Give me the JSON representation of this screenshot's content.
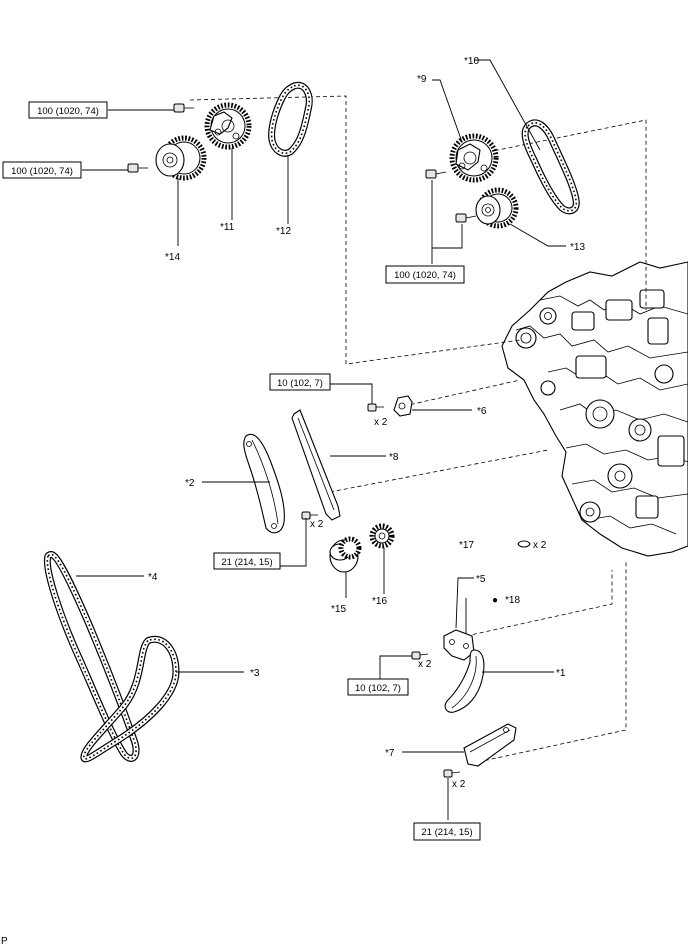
{
  "labels": {
    "p1": "*1",
    "p2": "*2",
    "p3": "*3",
    "p4": "*4",
    "p5": "*5",
    "p6": "*6",
    "p7": "*7",
    "p8": "*8",
    "p9": "*9",
    "p10": "*10",
    "p11": "*11",
    "p12": "*12",
    "p13": "*13",
    "p14": "*14",
    "p15": "*15",
    "p16": "*16",
    "p17": "*17",
    "p18": "*18"
  },
  "quantities": {
    "q6": "x 2",
    "q8": "x 2",
    "q5": "x 2",
    "q7": "x 2",
    "q17": "x 2"
  },
  "torque_specs": {
    "t_left_top": "100 (1020, 74)",
    "t_left_mid": "100 (1020, 74)",
    "t_right": "100 (1020, 74)",
    "t_p6": "10 (102, 7)",
    "t_p8": "21 (214, 15)",
    "t_p5": "10 (102, 7)",
    "t_p7": "21 (214, 15)"
  },
  "marks": {
    "m18": "●"
  },
  "footer": {
    "page_code": "P"
  }
}
